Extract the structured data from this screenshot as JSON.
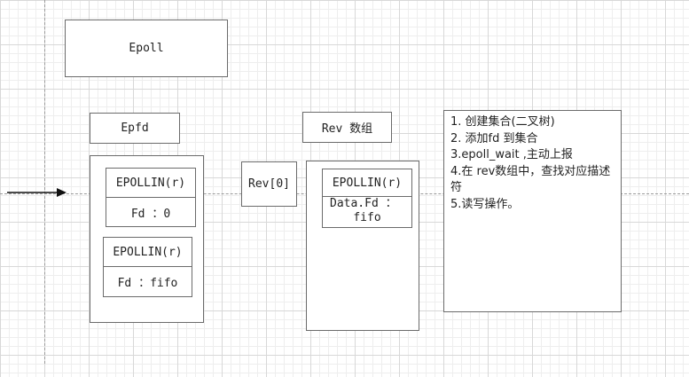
{
  "epoll_title": "Epoll",
  "epfd_label": "Epfd",
  "epfd_entries": [
    {
      "event": "EPOLLIN(r)",
      "fd": "Fd ：0"
    },
    {
      "event": "EPOLLIN(r)",
      "fd": "Fd ：fifo"
    }
  ],
  "rev_index_label": "Rev[0]",
  "rev_array_label": "Rev 数组",
  "rev_entry": {
    "event": "EPOLLIN(r)",
    "fd_line1": "Data.Fd ：",
    "fd_line2": "fifo"
  },
  "steps": [
    "1. 创建集合(二叉树)",
    "2. 添加fd 到集合",
    "3.epoll_wait ,主动上报",
    "4.在 rev数组中，查找对应描述符",
    "5.读写操作。"
  ]
}
